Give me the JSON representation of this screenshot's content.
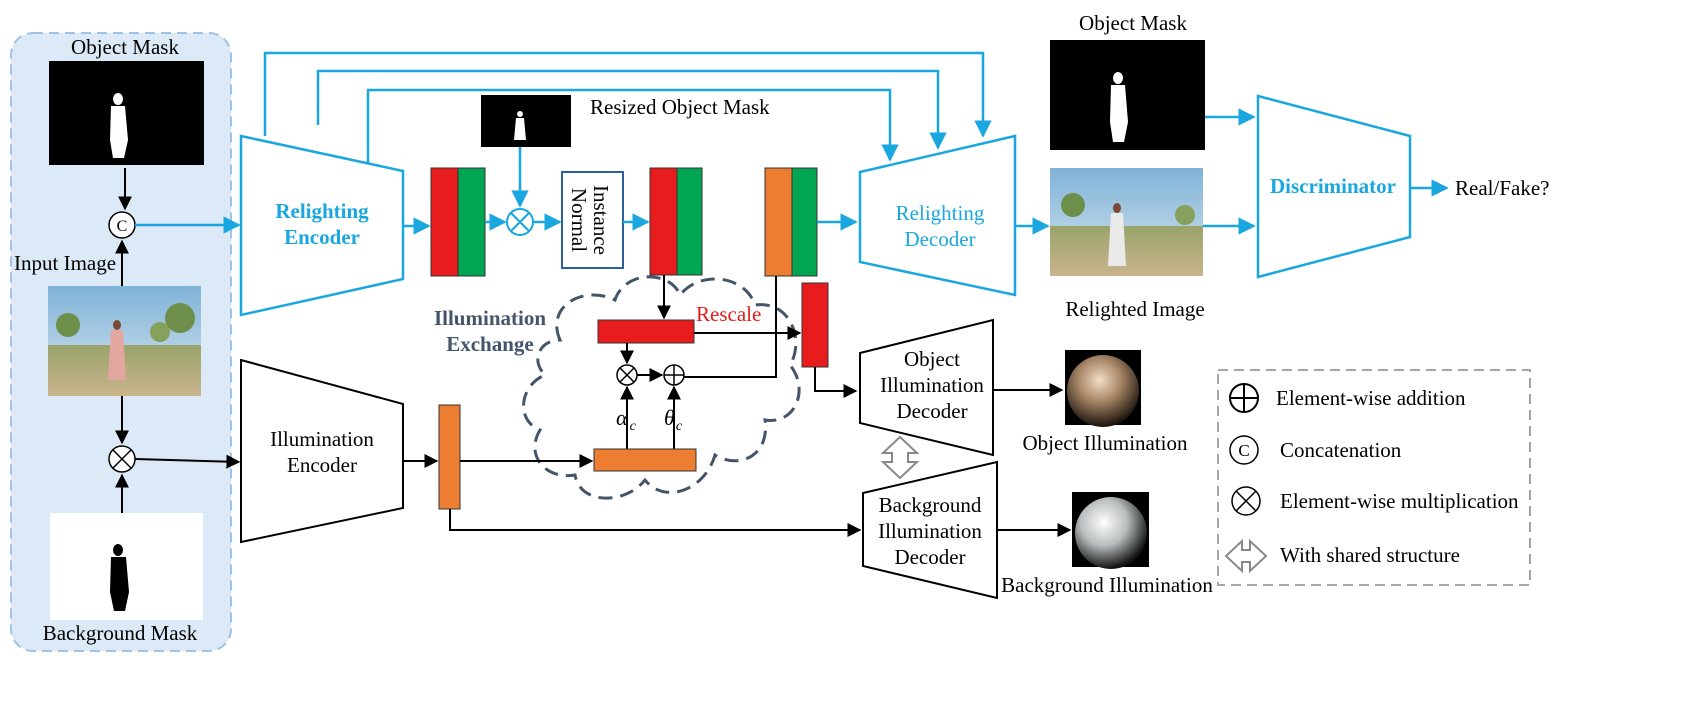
{
  "labels": {
    "object_mask_left": "Object Mask",
    "input_image": "Input Image",
    "background_mask": "Background Mask",
    "relighting_encoder_line1": "Relighting",
    "relighting_encoder_line2": "Encoder",
    "illumination_encoder_line1": "Illumination",
    "illumination_encoder_line2": "Encoder",
    "resized_object_mask": "Resized Object Mask",
    "instance_normal_line1": "Instance",
    "instance_normal_line2": "Normal",
    "illumination_exchange_line1": "Illumination",
    "illumination_exchange_line2": "Exchange",
    "rescale": "Rescale",
    "alpha": "α",
    "alpha_sub": "c",
    "theta": "θ",
    "theta_sub": "c",
    "relighting_decoder_line1": "Relighting",
    "relighting_decoder_line2": "Decoder",
    "object_illum_decoder_line1": "Object",
    "object_illum_decoder_line2": "Illumination",
    "object_illum_decoder_line3": "Decoder",
    "background_illum_decoder_line1": "Background",
    "background_illum_decoder_line2": "Illumination",
    "background_illum_decoder_line3": "Decoder",
    "object_mask_right": "Object Mask",
    "relighted_image": "Relighted Image",
    "discriminator": "Discriminator",
    "real_fake": "Real/Fake?",
    "object_illumination": "Object Illumination",
    "background_illumination": "Background Illumination",
    "concat_symbol": "C"
  },
  "legend": {
    "addition": "Element-wise addition",
    "concat_symbol": "C",
    "concatenation": "Concatenation",
    "multiplication": "Element-wise multiplication",
    "shared": "With shared structure"
  },
  "colors": {
    "blue": "#1aa7e0",
    "red": "#e81c1c",
    "green": "#00a651",
    "orange": "#ed7d31",
    "panel": "#dce9f6",
    "dash": "#44546a"
  }
}
